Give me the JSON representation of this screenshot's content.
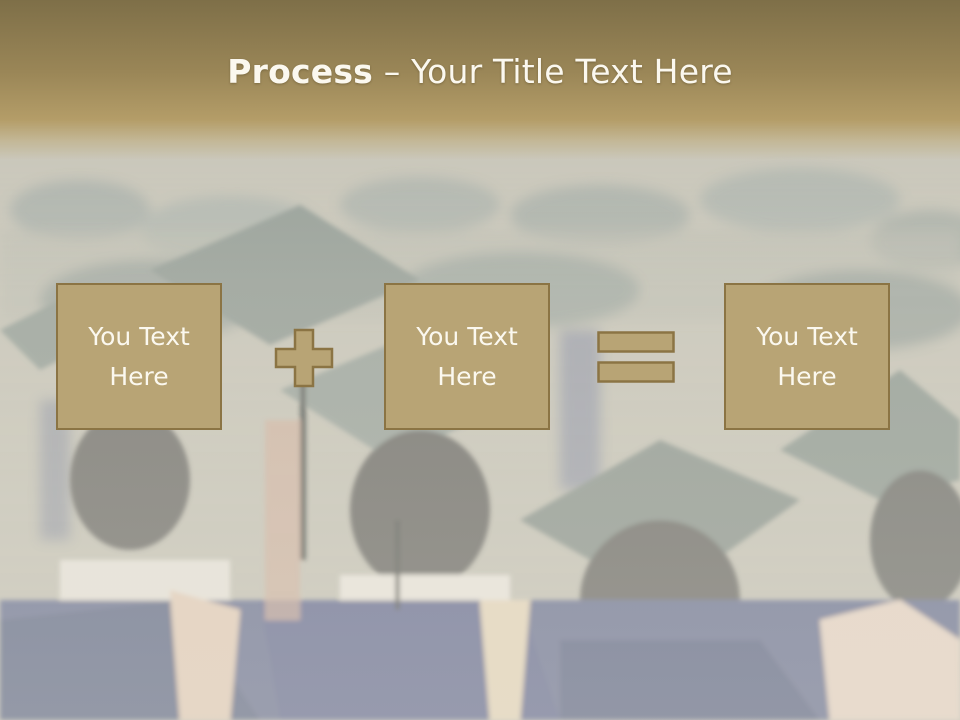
{
  "slide": {
    "title_bold": "Process",
    "title_rest": " – Your Title Text Here",
    "colors": {
      "header": "#9a8657",
      "box_fill": "#b8a475",
      "box_border": "#8b7444",
      "text": "#fbf8ef"
    },
    "boxes": [
      {
        "text": "You Text\nHere"
      },
      {
        "text": "You Text\nHere"
      },
      {
        "text": "You Text\nHere"
      }
    ],
    "operators": [
      "plus-icon",
      "equals-icon"
    ]
  }
}
